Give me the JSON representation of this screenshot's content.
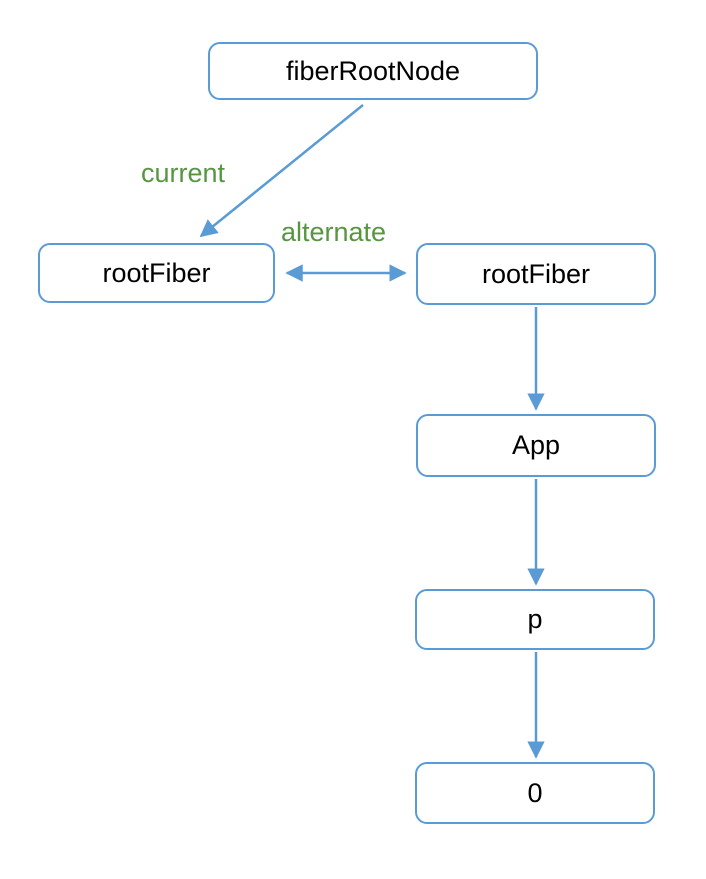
{
  "diagram": {
    "nodes": [
      {
        "id": "fiberRootNode",
        "label": "fiberRootNode"
      },
      {
        "id": "rootFiber_current",
        "label": "rootFiber"
      },
      {
        "id": "rootFiber_alternate",
        "label": "rootFiber"
      },
      {
        "id": "App",
        "label": "App"
      },
      {
        "id": "p",
        "label": "p"
      },
      {
        "id": "zero",
        "label": "0"
      }
    ],
    "edges": [
      {
        "from": "fiberRootNode",
        "to": "rootFiber_current",
        "label": "current",
        "style": "single-arrow"
      },
      {
        "from": "rootFiber_current",
        "to": "rootFiber_alternate",
        "label": "alternate",
        "style": "double-arrow"
      },
      {
        "from": "rootFiber_alternate",
        "to": "App",
        "label": "",
        "style": "single-arrow"
      },
      {
        "from": "App",
        "to": "p",
        "label": "",
        "style": "single-arrow"
      },
      {
        "from": "p",
        "to": "zero",
        "label": "",
        "style": "single-arrow"
      }
    ],
    "colors": {
      "node_border": "#5b9bd5",
      "arrow": "#5b9bd5",
      "edge_label_text": "#569641",
      "node_text": "#000000",
      "background": "#ffffff"
    }
  }
}
